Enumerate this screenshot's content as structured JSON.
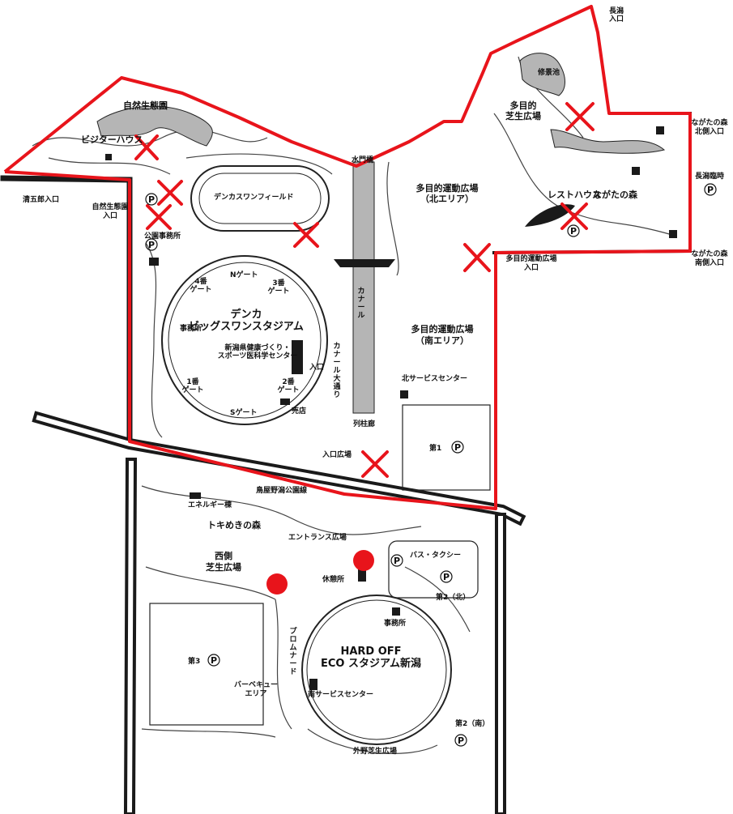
{
  "map": {
    "labels": {
      "nagafuchi_entrance": "長潟\n入口",
      "shucho_pond": "修景池",
      "multi_lawn": "多目的\n芝生広場",
      "nagata_north_entrance": "ながたの森\n北側入口",
      "nagata_forest": "ながたの森",
      "nagafuchi_temp": "長潟臨時",
      "nagata_south_entrance": "ながたの森\n南側入口",
      "rest_house": "レストハウス",
      "multi_north": "多目的運動広場\n（北エリア）",
      "multi_entrance": "多目的運動広場\n入口",
      "suimon_bridge": "水門橋",
      "nature_garden": "自然生態園",
      "visitor_house": "ビジターハウス",
      "seigoro_entrance": "清五郎入口",
      "nature_entrance": "自然生態園\n入口",
      "park_office": "公園事務所",
      "denka_field": "デンカスワンフィールド",
      "canal": "カナール",
      "n_gate": "Nゲート",
      "gate4": "4番\nゲート",
      "gate3": "3番\nゲート",
      "stadium_big": "デンカ\nビッグスワンスタジアム",
      "office": "事務所",
      "health_center": "新潟県健康づくり・\nスポーツ医科学センター",
      "entrance_short": "入口",
      "gate1": "1番\nゲート",
      "gate2": "2番\nゲート",
      "s_gate": "Sゲート",
      "shop": "売店",
      "canal_street": "カナール大通り",
      "multi_south": "多目的運動広場\n（南エリア）",
      "north_service": "北サービスセンター",
      "colonnade": "列柱廊",
      "entrance_plaza": "入口広場",
      "parking1": "第1",
      "toyano_road": "鳥屋野潟公園線",
      "energy": "エネルギー棟",
      "tokimeki": "トキめきの森",
      "entrance_plaza2": "エントランス広場",
      "west_lawn": "西側\n芝生広場",
      "rest_area": "休憩所",
      "bus_taxi": "バス・タクシー",
      "parking2n": "第2（北）",
      "office2": "事務所",
      "hardoff": "HARD OFF\nECO スタジアム新潟",
      "parking3": "第3",
      "bbq": "バーベキュー\nエリア",
      "south_service": "南サービスセンター",
      "parking2s": "第2（南）",
      "outfield_lawn": "外野芝生広場",
      "promenade": "プロムナード",
      "p": "P"
    },
    "colors": {
      "boundary": "#e8141b",
      "marker": "#e8141b",
      "road": "#1a1a1a",
      "pond": "#b5b5b5"
    },
    "closed_marker_count": 8,
    "dot_marker_count": 2
  }
}
